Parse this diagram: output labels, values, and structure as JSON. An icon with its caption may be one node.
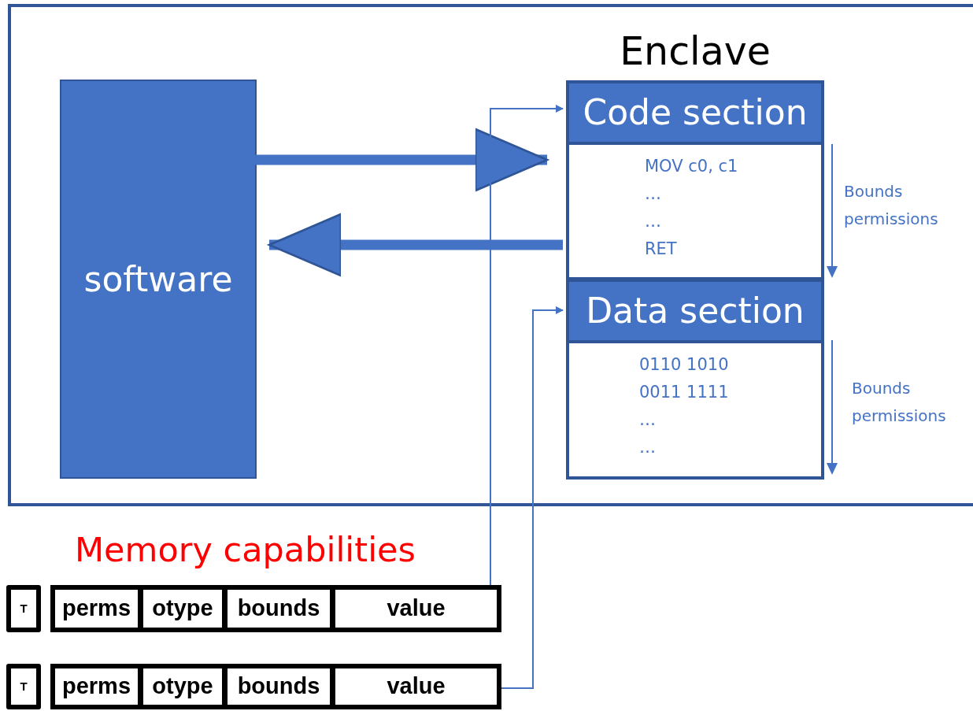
{
  "diagram": {
    "nodes": [
      {
        "text": [],
        "shape": "box"
      },
      {
        "text": [
          "software"
        ],
        "in": 0
      },
      {
        "text": [
          "Enclave"
        ],
        "in": 0
      },
      {
        "text": [
          "Code section",
          "MOV c0, c1",
          "…",
          "…",
          "RET"
        ],
        "in": 2,
        "beside": [
          "Bounds permissions"
        ]
      },
      {
        "text": [
          "Data section",
          "0110 1010",
          "0011 1111",
          "…",
          "…"
        ],
        "in": 2,
        "beside": [
          "Bounds permissions"
        ]
      },
      {
        "text": [
          "T"
        ]
      },
      {
        "text": [
          "perms"
        ]
      },
      {
        "text": [
          "otype"
        ]
      },
      {
        "text": [
          "bounds"
        ]
      },
      {
        "text": [
          "value"
        ]
      },
      {
        "text": [
          "T"
        ]
      },
      {
        "text": [
          "perms"
        ]
      },
      {
        "text": [
          "otype"
        ]
      },
      {
        "text": [
          "bounds"
        ]
      },
      {
        "text": [
          "value"
        ]
      }
    ],
    "edges": [
      {
        "from": 1,
        "to": 3,
        "arrow": "to",
        "style": "thick"
      },
      {
        "from": 3,
        "to": 1,
        "arrow": "to",
        "style": "thick"
      },
      {
        "from": 9,
        "to": 3,
        "arrow": "to"
      },
      {
        "from": 14,
        "to": 4,
        "arrow": "to"
      }
    ],
    "labels": [
      "Memory capabilities"
    ]
  }
}
